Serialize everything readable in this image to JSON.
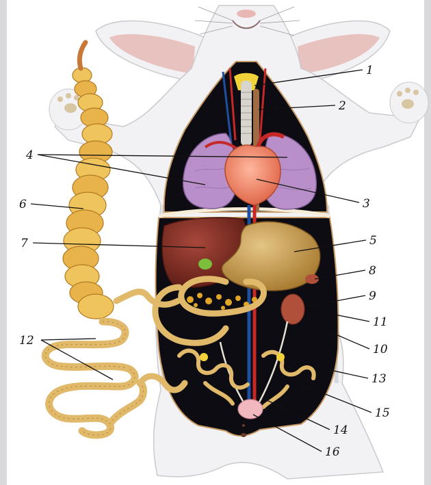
{
  "colors": {
    "background": "#ffffff",
    "side_band": "#d9d9dc",
    "fur": "#f2f2f4",
    "fur_shadow": "#d7d8de",
    "ear_inner": "#e8c2bf",
    "cavity": "#0c0c12",
    "lung": "#b88fc9",
    "heart": "#f08a6a",
    "liver": "#8a3326",
    "stomach": "#c9a25a",
    "intestine": "#e0b96a",
    "caecum": "#e8b34a",
    "kidney": "#b0503a",
    "bladder": "#f2b8c0",
    "artery": "#c62828",
    "vein": "#1f4fa0"
  },
  "labels": [
    {
      "id": "1",
      "text": "1"
    },
    {
      "id": "2",
      "text": "2"
    },
    {
      "id": "3",
      "text": "3"
    },
    {
      "id": "4",
      "text": "4"
    },
    {
      "id": "5",
      "text": "5"
    },
    {
      "id": "6",
      "text": "6"
    },
    {
      "id": "7",
      "text": "7"
    },
    {
      "id": "8",
      "text": "8"
    },
    {
      "id": "9",
      "text": "9"
    },
    {
      "id": "10",
      "text": "10"
    },
    {
      "id": "11",
      "text": "11"
    },
    {
      "id": "12",
      "text": "12"
    },
    {
      "id": "13",
      "text": "13"
    },
    {
      "id": "14",
      "text": "14"
    },
    {
      "id": "15",
      "text": "15"
    },
    {
      "id": "16",
      "text": "16"
    }
  ]
}
